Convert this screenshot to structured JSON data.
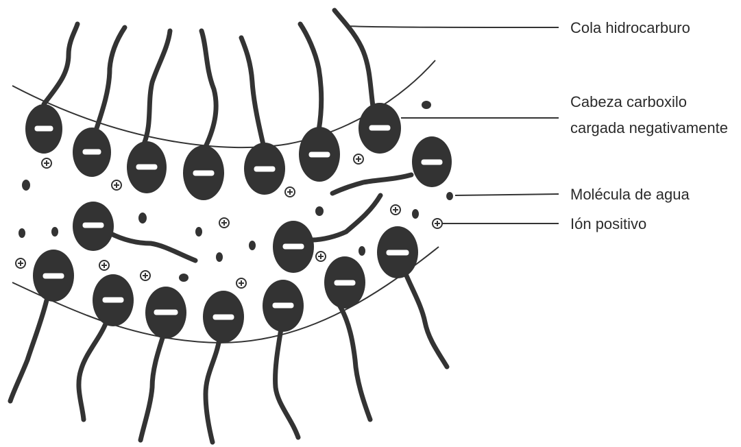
{
  "labels": {
    "tail": "Cola hidrocarburo",
    "head_line1": "Cabeza carboxilo",
    "head_line2": "cargada negativamente",
    "water": "Molécula de agua",
    "ion": "Ión positivo"
  },
  "colors": {
    "ink": "#333333",
    "background": "#ffffff",
    "text": "#2b2b2b"
  }
}
